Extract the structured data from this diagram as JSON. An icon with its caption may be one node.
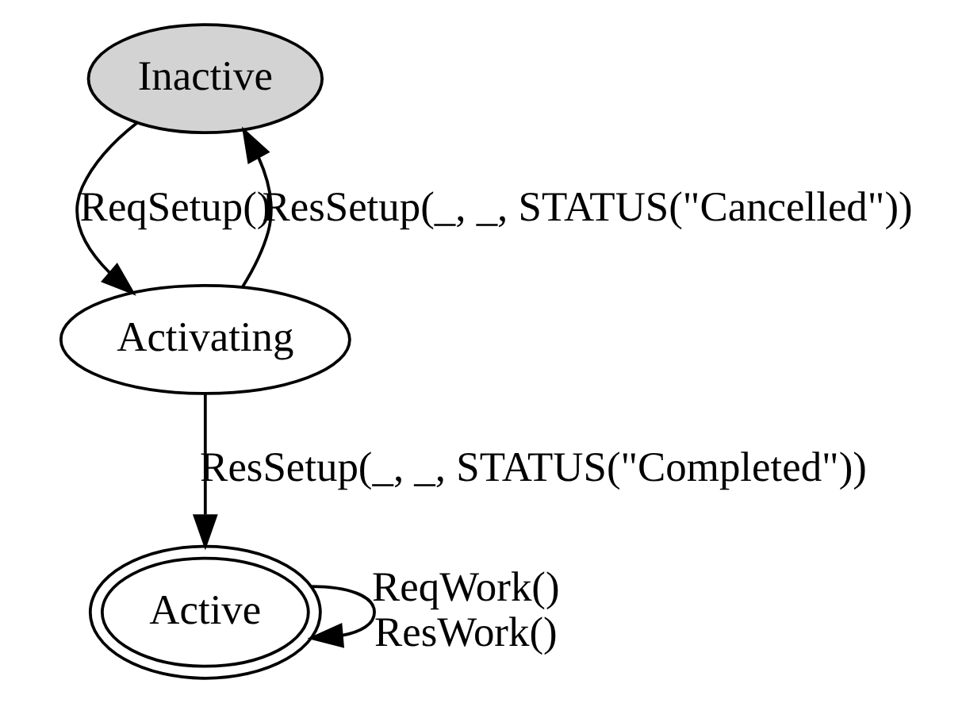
{
  "diagram": {
    "nodes": [
      {
        "text": [
          "Inactive"
        ]
      },
      {
        "text": [
          "Activating"
        ]
      },
      {
        "text": [
          "Active"
        ]
      }
    ],
    "edges": [
      {
        "from": 0,
        "to": 1,
        "arrow": "to",
        "label": "ReqSetup()"
      },
      {
        "from": 1,
        "to": 0,
        "arrow": "to",
        "label": "ResSetup(_, _, STATUS(\"Cancelled\"))"
      },
      {
        "from": 1,
        "to": 2,
        "arrow": "to",
        "label": "ResSetup(_, _, STATUS(\"Completed\"))"
      },
      {
        "from": 2,
        "to": 2,
        "arrow": "to",
        "label": "ReqWork() ResWork()"
      }
    ]
  }
}
